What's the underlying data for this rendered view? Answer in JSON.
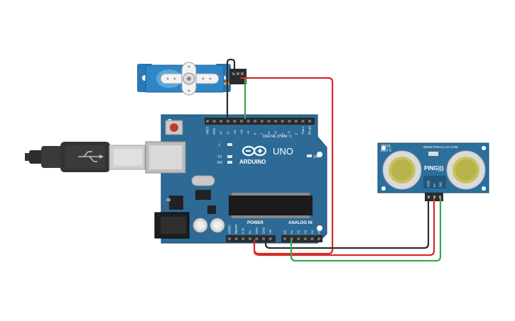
{
  "board": {
    "brand": "ARDUINO",
    "model": "UNO",
    "digital_header_label": "DIGITAL (PWM ~)",
    "power_label": "POWER",
    "analog_label": "ANALOG IN",
    "on_label": "ON",
    "l_label": "L",
    "tx_label": "TX",
    "rx_label": "RX",
    "digital_pins": [
      "AREF",
      "GND",
      "13",
      "12",
      "~11",
      "~10",
      "~9",
      "8",
      "7",
      "~6",
      "~5",
      "4",
      "~3",
      "2",
      "TX►1",
      "RX◄0"
    ],
    "power_pins": [
      "IOREF",
      "RESET",
      "3.3V",
      "5V",
      "GND",
      "GND",
      "Vin"
    ],
    "analog_pins": [
      "A0",
      "A1",
      "A2",
      "A3",
      "A4",
      "A5"
    ]
  },
  "sensor": {
    "model_line": "28015",
    "rev_line": "REV C",
    "url": "WWW.PARALLAX.COM",
    "brand": "PING)))",
    "pins": [
      "GND",
      "5V",
      "SIG"
    ]
  },
  "colors": {
    "board": "#2d6a96",
    "board_dark": "#23567c",
    "header": "#2a2a2a",
    "wire_red": "#d42a2a",
    "wire_black": "#2b2b2b",
    "wire_green": "#3aaa4a",
    "sensor": "#2c6f9b",
    "servo": "#2a78b4",
    "transducer": "#c8c35a"
  }
}
